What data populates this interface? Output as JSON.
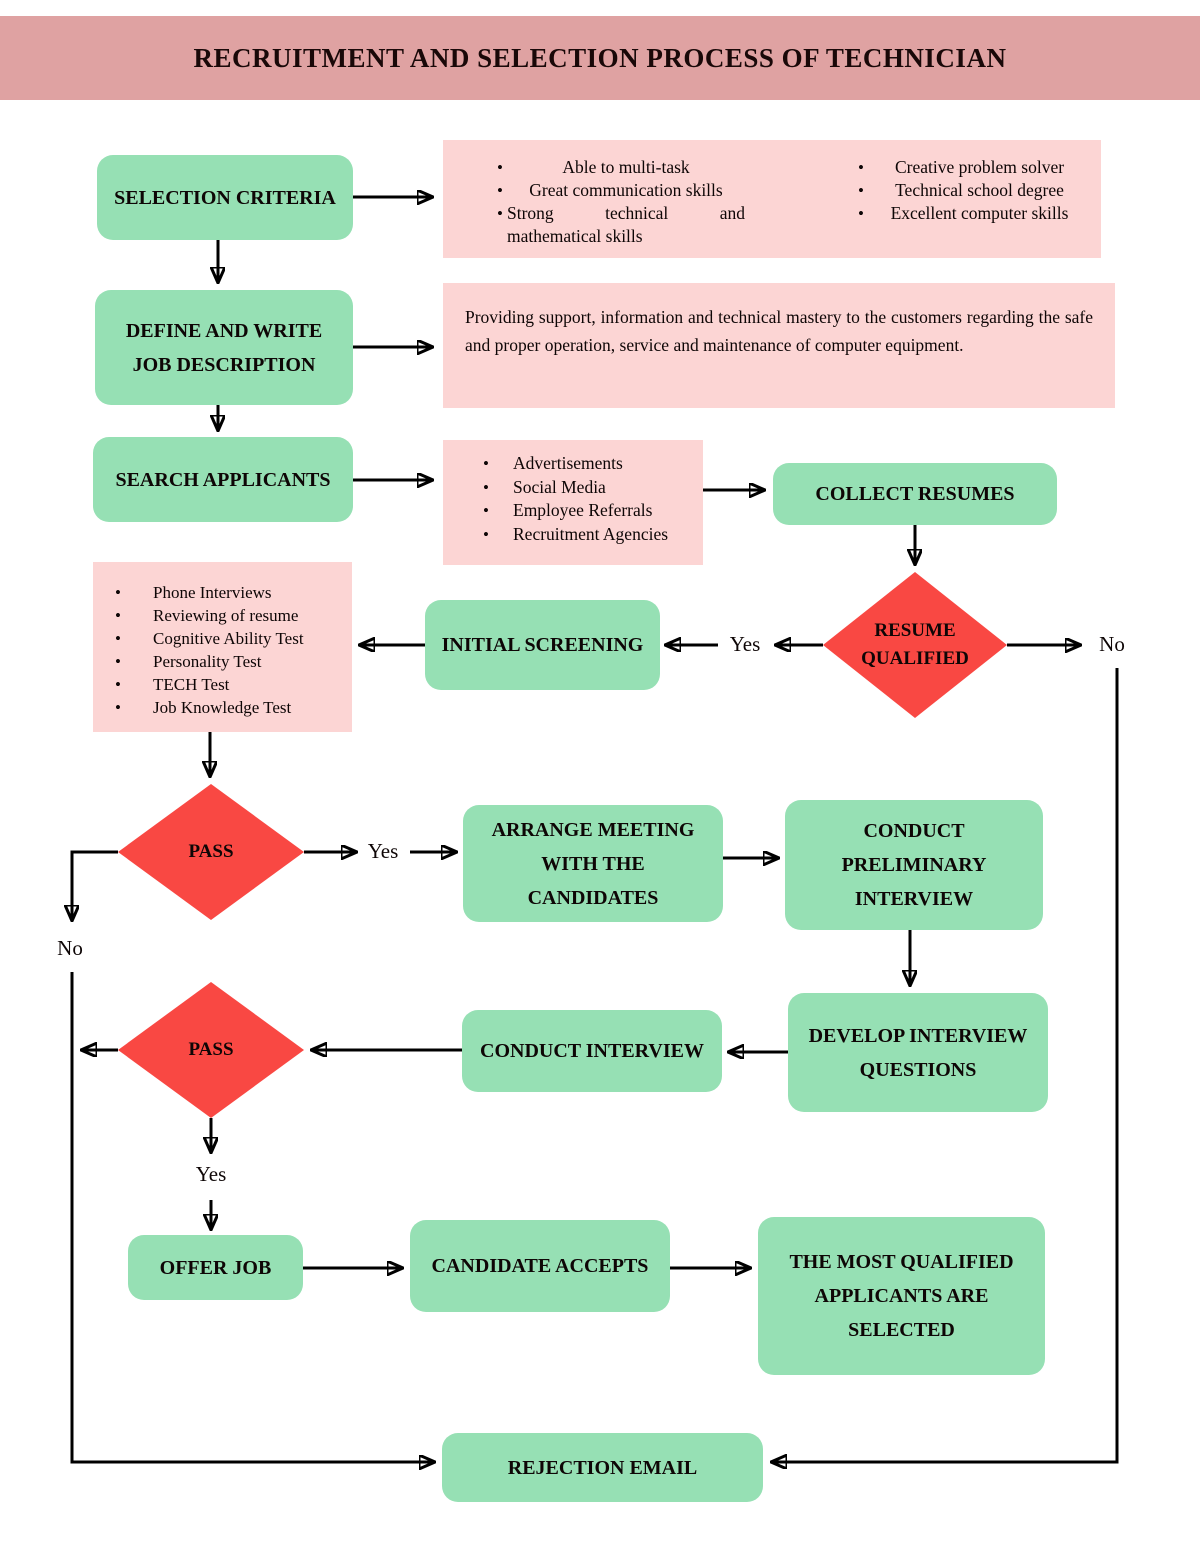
{
  "title": "RECRUITMENT AND SELECTION PROCESS OF TECHNICIAN",
  "colors": {
    "header_bg": "#dfa2a2",
    "process_green": "#96e0b4",
    "detail_pink": "#fcd5d4",
    "decision_red": "#f94843",
    "arrow_black": "#000000"
  },
  "nodes": {
    "selection_criteria": {
      "label": "SELECTION CRITERIA"
    },
    "criteria_details": {
      "col1": [
        "Able to multi-task",
        "Great communication skills",
        "Strong technical and mathematical skills"
      ],
      "col2": [
        "Creative problem solver",
        "Technical school degree",
        "Excellent computer skills"
      ]
    },
    "define_job": {
      "label": "DEFINE AND WRITE JOB DESCRIPTION"
    },
    "job_description": {
      "text": "Providing support, information and technical mastery to the customers regarding the safe and proper operation, service and maintenance of computer equipment."
    },
    "search_applicants": {
      "label": "SEARCH APPLICANTS"
    },
    "search_channels": {
      "items": [
        "Advertisements",
        "Social Media",
        "Employee Referrals",
        "Recruitment Agencies"
      ]
    },
    "collect_resumes": {
      "label": "COLLECT RESUMES"
    },
    "resume_qualified": {
      "label": "RESUME QUALIFIED"
    },
    "initial_screening": {
      "label": "INITIAL SCREENING"
    },
    "screening_methods": {
      "items": [
        "Phone Interviews",
        "Reviewing of resume",
        "Cognitive Ability Test",
        "Personality Test",
        "TECH Test",
        "Job Knowledge Test"
      ]
    },
    "pass_first": {
      "label": "PASS"
    },
    "arrange_meeting": {
      "label": "ARRANGE MEETING WITH THE CANDIDATES"
    },
    "conduct_preliminary": {
      "label": "CONDUCT PRELIMINARY INTERVIEW"
    },
    "develop_questions": {
      "label": "DEVELOP INTERVIEW QUESTIONS"
    },
    "conduct_interview": {
      "label": "CONDUCT INTERVIEW"
    },
    "pass_second": {
      "label": "PASS"
    },
    "offer_job": {
      "label": "OFFER JOB"
    },
    "candidate_accepts": {
      "label": "CANDIDATE ACCEPTS"
    },
    "most_qualified": {
      "label": "THE MOST QUALIFIED APPLICANTS ARE SELECTED"
    },
    "rejection_email": {
      "label": "REJECTION EMAIL"
    }
  },
  "edge_labels": {
    "resume_yes": "Yes",
    "resume_no": "No",
    "pass1_yes": "Yes",
    "pass1_no": "No",
    "pass2_yes": "Yes"
  }
}
